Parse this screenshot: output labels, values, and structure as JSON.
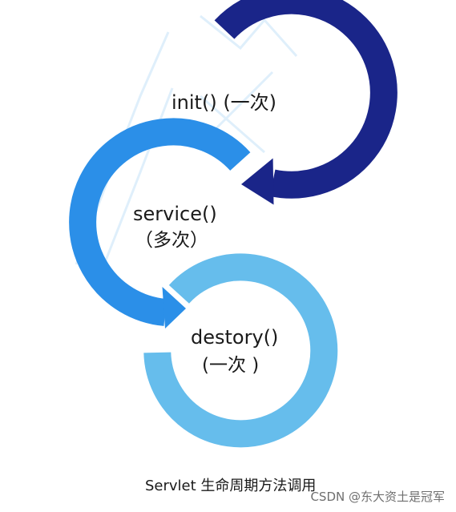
{
  "diagram": {
    "init_label": "init()  (一次)",
    "service_name": "service()",
    "service_note": "（多次）",
    "destroy_name": "destory()",
    "destroy_note": "(一次 )",
    "colors": {
      "init": "#1a2589",
      "service": "#2b8fe8",
      "destroy": "#66bdec"
    }
  },
  "caption": "Servlet 生命周期方法调用",
  "watermark": "CSDN @东大资土是冠军"
}
